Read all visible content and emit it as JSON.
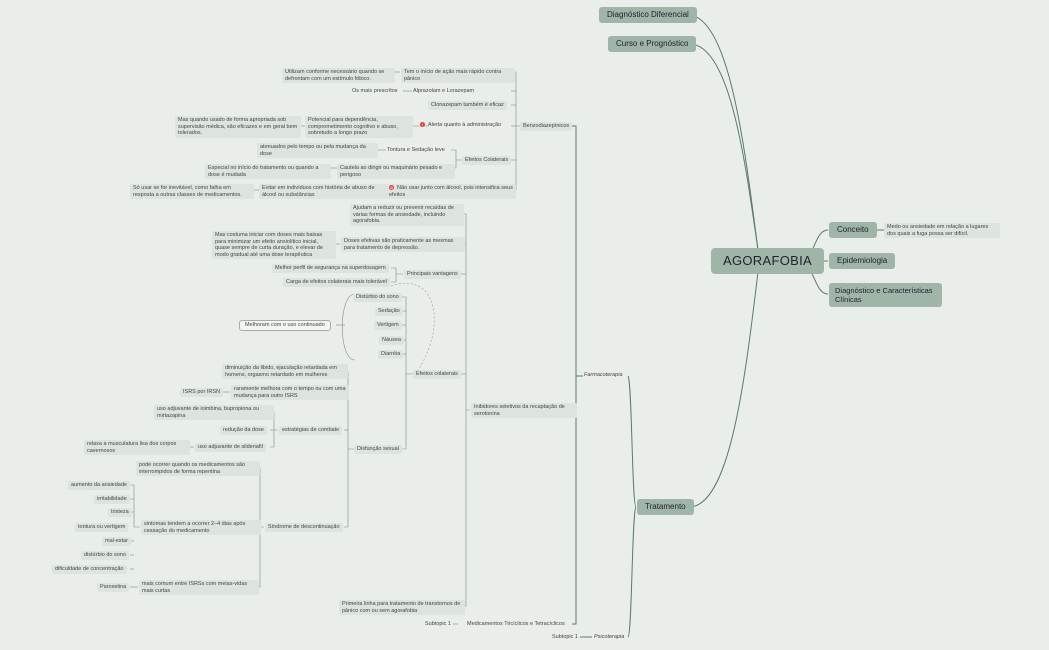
{
  "central": "AGORAFOBIA",
  "right": {
    "conceito": "Conceito",
    "conceito_note": "Medo ou ansiedade em relação a lugares dos quais a fuga possa ser difícil.",
    "epidemiologia": "Epidemiologia",
    "diagnostico": "Diagnóstico e Características Clínicas"
  },
  "top": {
    "diagnostico_diferencial": "Diagnóstico Diferencial",
    "curso": "Curso e Prognóstico"
  },
  "tratamento": "Tratamento",
  "farmacoterapia": "Farmacoterapia",
  "psicoterapia": "Psicoterapia",
  "subtopic_label": "Subtopic 1",
  "tricyclic": "Medicamentos Tricíclicos e Tetracíclicos",
  "tricyclic_sub": "Subtopic 1",
  "benzo": {
    "label": "Benzodiazepínicos",
    "rapid": "Tem o início de ação mais rápido contra pânico",
    "rapid_note": "Utilizam conforme necessário quando se defrontam com um estímulo fóbico.",
    "prescribed_note": "Os mais prescritos",
    "prescribed": "Alprazolam e Lorazepam",
    "clonazepam": "Clonazepam também é eficaz",
    "alert": "Alerta quanto à administração",
    "alert_detail": "Potencial para dependência, comprometimento cognitivo e abuso, sobretudo a longo prazo",
    "alert_note": "Mas quando usado de forma apropriada sob supervisão médica, são eficazes e em geral bem tolerados.",
    "side_effects": "Efeitos Colaterais",
    "tontura": "Tontura e Sedação leve",
    "tontura_note": "atenuados pelo tempo ou pela mudança da dose",
    "cautela": "Cautela ao dirigir ou maquinário pesado e perigoso",
    "cautela_note": "Especial no início do tratamento ou quando a dose é mudada",
    "alcohol": "Não usar junto com álcool, pois intensifica seus efeitos",
    "alcohol_detail": "Evitar em indivíduos com história de abuso de álcool ou substâncias",
    "alcohol_note": "Só usar se for inevitável, como falha em resposta a outras classes de medicamentos."
  },
  "isrs": {
    "label": "Inibidores seletivos da recaptação de serotonina",
    "reduce": "Ajudam a reduzir ou prevenir recaídas de várias formas de ansiedade, incluindo agorafobia.",
    "doses": "Doses efetivas são praticamente as mesmas para tratamento de depressão.",
    "doses_note": "Mas costuma iniciar com doses mais baixas para minimizar um efeito ansiolítico inicial, quase sempre de curta duração, e elevar de modo gradual até uma dose terapêutica",
    "advantages": "Principais vantagens",
    "adv1": "Melhor perfil de segurança na superdosagem",
    "adv2": "Carga de efeitos colaterais mais tolerável",
    "effects": "Efeitos colaterais",
    "effect_items": [
      "Distúrbio do sono",
      "Sedação",
      "Vertigem",
      "Náusea",
      "Diarréia"
    ],
    "improve": "Melhoram com o uso continuado",
    "sexual": "Disfunção sexual",
    "libido": "diminuição da libido, ejaculação retardada em homens, orgasmo retardado em mulheres",
    "rarely": "raramente melhora com o tempo ou com uma mudança para outro ISRS",
    "isrs_irsn": "ISRS por IRSN",
    "strategies": "estratégias de combate",
    "adjuvant1": "uso adjuvante de ioimbina, bupropiona ou mirtazapina",
    "dose_reduction": "redução da dose",
    "sildenafil": "uso adjuvante de sildenafil",
    "sildenafil_note": "relaxa a musculatura lisa dos corpos cavernosos",
    "discontinuation": "Síndrome de descontinuação",
    "disc1": "pode ocorrer quando os medicamentos são interrompidos de forma repentina",
    "symptoms": "sintomas tendem a ocorrer 2–4 dias após cessação do medicamento",
    "symptom_items": [
      "aumento da ansiedade",
      "irritabilidade",
      "tristeza",
      "tontura ou vertigem",
      "mal-estar",
      "distúrbio do sono",
      "dificuldade de concentração"
    ],
    "halflife": "mais comum entre ISRSs com meias-vidas mais curtas",
    "paroxetina": "Paroxetina",
    "first_line": "Primeira linha para tratamento de transtornos de pânico com ou sem agorafobia"
  },
  "colors": {
    "background": "#e9eeea",
    "topic": "#9fb5a7",
    "line": "#5d7a68",
    "alert": "#e0463c"
  }
}
